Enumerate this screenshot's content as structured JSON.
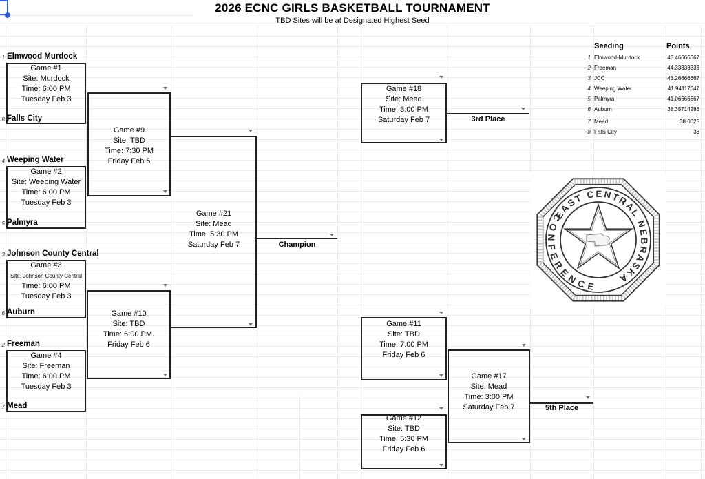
{
  "header": {
    "title": "2026 ECNC GIRLS BASKETBALL TOURNAMENT",
    "subtitle": "TBD Sites will be at Designated Highest Seed"
  },
  "bracket": {
    "teams": [
      {
        "seed": "1",
        "name": "Elmwood Murdock"
      },
      {
        "seed": "8",
        "name": "Falls City"
      },
      {
        "seed": "4",
        "name": "Weeping Water"
      },
      {
        "seed": "5",
        "name": "Palmyra"
      },
      {
        "seed": "3",
        "name": "Johnson County Central"
      },
      {
        "seed": "6",
        "name": "Auburn"
      },
      {
        "seed": "2",
        "name": "Freeman"
      },
      {
        "seed": "7",
        "name": "Mead"
      }
    ],
    "games": [
      {
        "title": "Game #1",
        "site": "Site: Murdock",
        "time": "Time: 6:00 PM",
        "date": "Tuesday Feb 3"
      },
      {
        "title": "Game #2",
        "site": "Site: Weeping Water",
        "time": "Time: 6:00 PM",
        "date": "Tuesday Feb 3"
      },
      {
        "title": "Game #3",
        "site": "Site: Johnson County Central",
        "time": "Time: 6:00 PM",
        "date": "Tuesday Feb 3"
      },
      {
        "title": "Game #4",
        "site": "Site: Freeman",
        "time": "Time: 6:00 PM",
        "date": "Tuesday Feb 3"
      },
      {
        "title": "Game #9",
        "site": "Site: TBD",
        "time": "Time: 7:30 PM",
        "date": "Friday Feb 6"
      },
      {
        "title": "Game #10",
        "site": "Site: TBD",
        "time": "Time: 6:00 PM.",
        "date": "Friday Feb 6"
      },
      {
        "title": "Game #21",
        "site": "Site: Mead",
        "time": "Time: 5:30 PM",
        "date": "Saturday Feb 7"
      },
      {
        "title": "Game #18",
        "site": "Site: Mead",
        "time": "Time: 3:00 PM",
        "date": "Saturday Feb 7"
      },
      {
        "title": "Game #11",
        "site": "Site: TBD",
        "time": "Time: 7:00 PM",
        "date": "Friday Feb 6"
      },
      {
        "title": "Game #12",
        "site": "Site: TBD",
        "time": "Time: 5:30 PM",
        "date": "Friday Feb 6"
      },
      {
        "title": "Game #17",
        "site": "Site: Mead",
        "time": "Time: 3:00 PM",
        "date": "Saturday Feb 7"
      }
    ],
    "labels": {
      "champion": "Champion",
      "third": "3rd Place",
      "fifth": "5th Place"
    }
  },
  "seeding_table": {
    "headers": {
      "seeding": "Seeding",
      "points": "Points"
    },
    "rows": [
      {
        "seed": "1",
        "team": "Elmwood-Murdock",
        "points": "45.46666667"
      },
      {
        "seed": "2",
        "team": "Freeman",
        "points": "44.33333333"
      },
      {
        "seed": "3",
        "team": "JCC",
        "points": "43.26666667"
      },
      {
        "seed": "4",
        "team": "Weeping Water",
        "points": "41.94117647"
      },
      {
        "seed": "5",
        "team": "Palmyra",
        "points": "41.06666667"
      },
      {
        "seed": "6",
        "team": "Auburn",
        "points": "38.35714286"
      },
      {
        "seed": "7",
        "team": "Mead",
        "points": "38.0625"
      },
      {
        "seed": "8",
        "team": "Falls City",
        "points": "38"
      }
    ]
  },
  "logo": {
    "arc_top": "EAST CENTRAL NEBRASKA",
    "arc_bottom": "CONFERENCE"
  },
  "colors": {
    "selection_blue": "#2f5bd7",
    "bracket_border": "#212121",
    "gridline": "#ebebeb"
  }
}
